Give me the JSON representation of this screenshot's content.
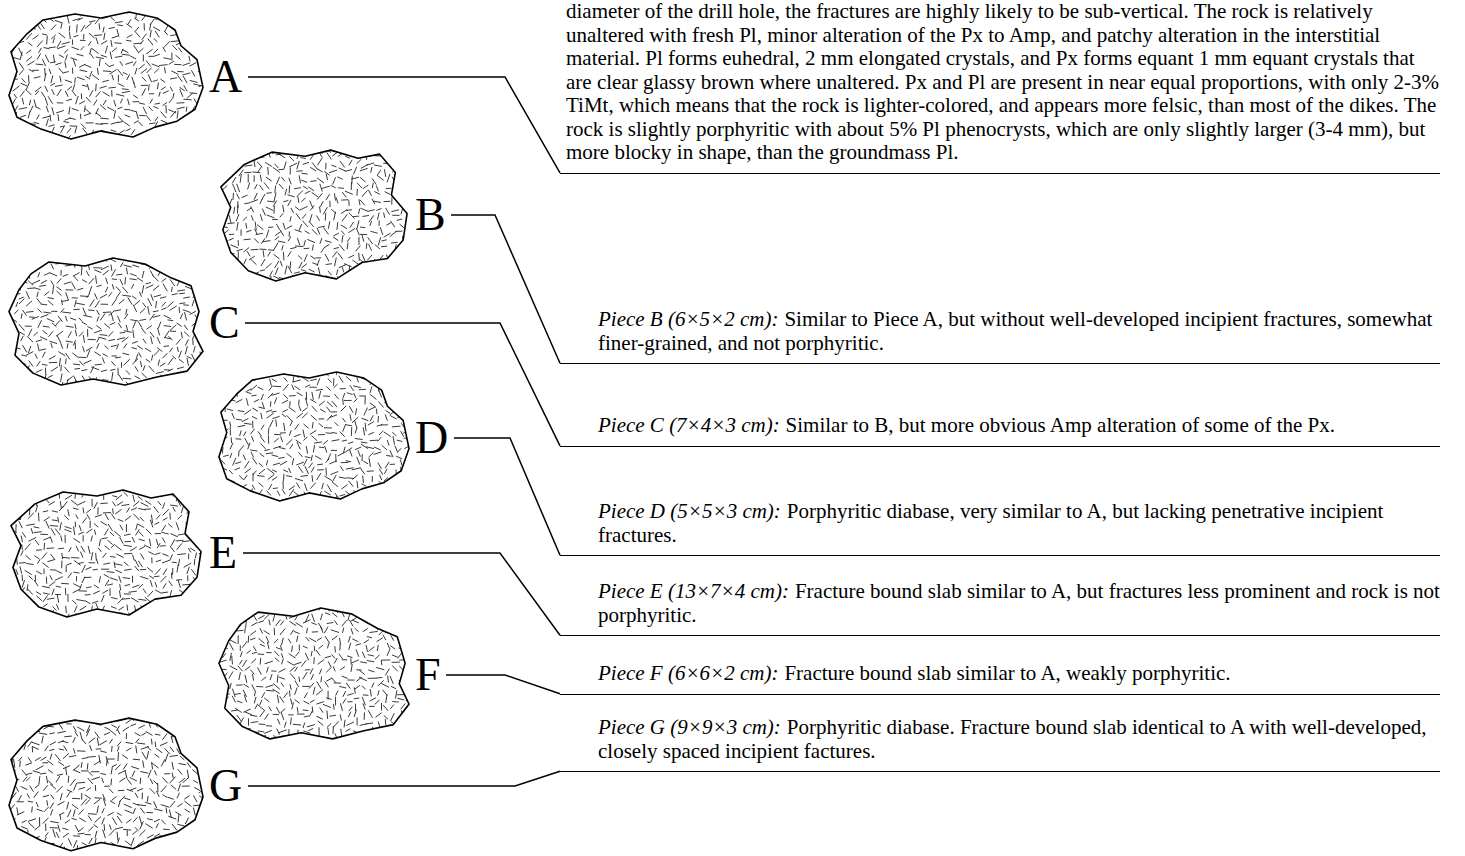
{
  "diagram": {
    "nodes": [
      {
        "text": [
          "A"
        ]
      },
      {
        "text": [
          "B"
        ]
      },
      {
        "text": [
          "C"
        ]
      },
      {
        "text": [
          "D"
        ]
      },
      {
        "text": [
          "E"
        ]
      },
      {
        "text": [
          "F"
        ]
      },
      {
        "text": [
          "G"
        ]
      },
      {
        "text": [
          "diameter of the drill hole, the fractures are highly likely to be sub-vertical. The rock is relatively unaltered with fresh Pl, minor alteration of the Px to Amp, and patchy alteration in the interstitial material. Pl forms euhedral, 2 mm elongated crystals, and Px forms equant 1 mm equant crystals that are clear glassy brown where unaltered. Px and Pl are present in near equal proportions, with only 2-3% TiMt, which means that the rock is lighter-colored, and appears more felsic, than most of the dikes. The rock is slightly porphyritic with about 5% Pl phenocrysts, which are only slightly larger (3-4 mm), but more blocky in shape, than the groundmass Pl."
        ]
      },
      {
        "text": [
          "Piece B (6×5×2 cm):",
          "Similar to Piece A, but without well-developed incipient fractures, somewhat finer-grained, and not porphyritic."
        ]
      },
      {
        "text": [
          "Piece C (7×4×3 cm):",
          "Similar to B, but more obvious Amp alteration of some of the Px."
        ]
      },
      {
        "text": [
          "Piece D (5×5×3 cm):",
          "Porphyritic diabase, very similar to A, but lacking penetrative incipient fractures."
        ]
      },
      {
        "text": [
          "Piece E (13×7×4 cm):",
          "Fracture bound slab similar to A, but fractures less prominent and rock is not porphyritic."
        ]
      },
      {
        "text": [
          "Piece F (6×6×2 cm):",
          "Fracture bound slab similar to A, weakly porphyritic."
        ]
      },
      {
        "text": [
          "Piece G (9×9×3 cm):",
          "Porphyritic diabase. Fracture bound slab identical to A with well-developed, closely spaced incipient factures."
        ]
      }
    ],
    "edges": [
      {
        "from": 0,
        "to": 7,
        "arrow": "none"
      },
      {
        "from": 1,
        "to": 8,
        "arrow": "none"
      },
      {
        "from": 2,
        "to": 9,
        "arrow": "none"
      },
      {
        "from": 3,
        "to": 10,
        "arrow": "none"
      },
      {
        "from": 4,
        "to": 11,
        "arrow": "none"
      },
      {
        "from": 5,
        "to": 12,
        "arrow": "none"
      },
      {
        "from": 6,
        "to": 13,
        "arrow": "none"
      }
    ]
  }
}
